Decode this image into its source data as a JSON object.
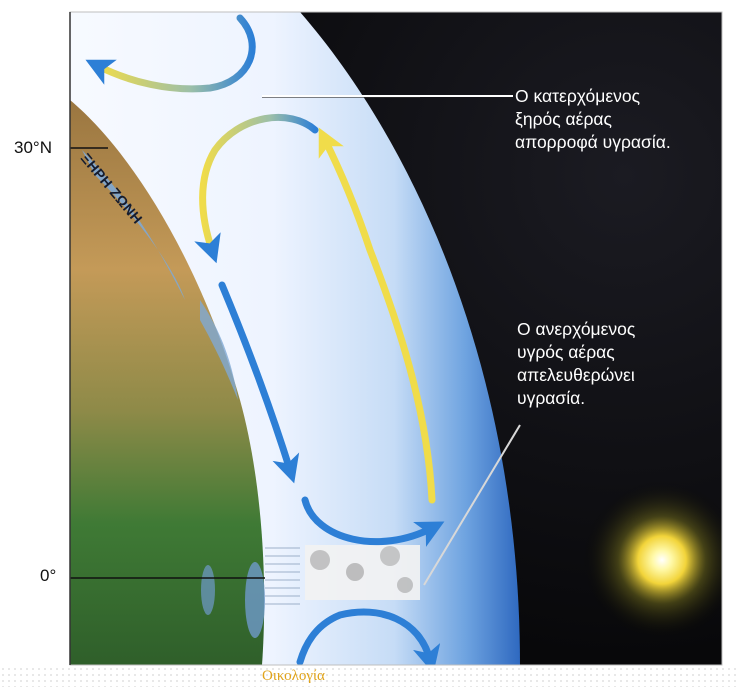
{
  "latitudes": {
    "north_30": "30°N",
    "equator": "0°"
  },
  "zone": {
    "label": "ΞΗΡΗ ΖΩΝΗ"
  },
  "callouts": {
    "descending_air": [
      "Ο κατερχόμενος",
      "ξηρός αέρας",
      "απορροφά υγρασία."
    ],
    "rising_air": [
      "Ο ανερχόμενος",
      "υγρός αέρας",
      "απελευθερώνει",
      "υγρασία."
    ]
  },
  "footer": {
    "label": "Οικολογία"
  },
  "colors": {
    "space": "#060608",
    "atmosphere_inner": "#f4f8ff",
    "atmosphere_edge": "#3f7fcf",
    "descending_arrow": "#2d7fd6",
    "rising_arrow": "#f0dc4a",
    "sun": "#fff8b0",
    "land": "#b78a4a",
    "vegetation": "#3f7a35"
  },
  "icons": {
    "sun": "sun-icon",
    "rain": "rain-cloud-icon"
  }
}
